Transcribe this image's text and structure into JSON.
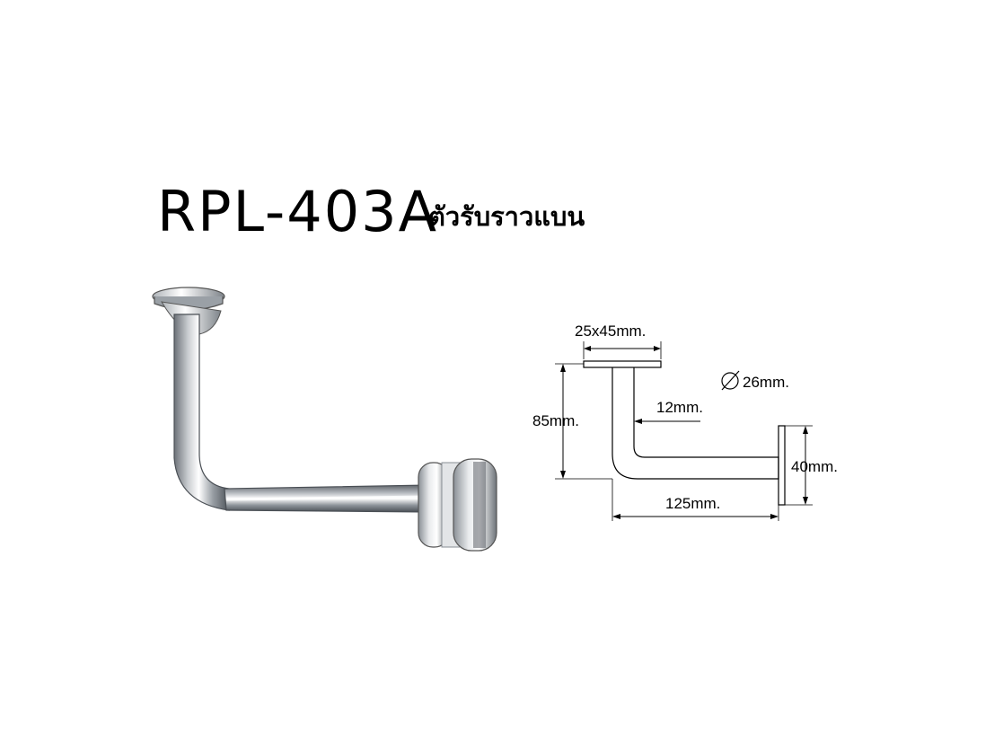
{
  "title": {
    "model_code": "RPL-403A",
    "product_name": "ตัวรับราวแบน"
  },
  "dimensions": {
    "base_plate": "25x45mm.",
    "tube_diameter": "26mm.",
    "diameter_symbol": "⌀",
    "offset": "12mm.",
    "height": "85mm.",
    "plate_height": "40mm.",
    "length": "125mm."
  }
}
